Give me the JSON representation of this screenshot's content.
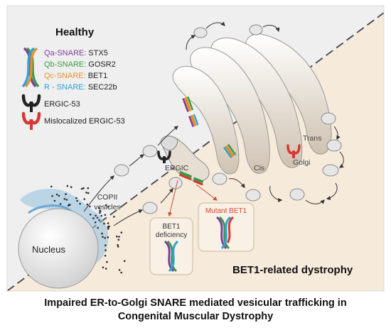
{
  "title_healthy": "Healthy",
  "title_disease": "BET1-related dystrophy",
  "legend": {
    "snares": [
      {
        "prefix": "Qa-SNARE:",
        "name": "STX5",
        "color": "#7b3f98"
      },
      {
        "prefix": "Qb-SNARE:",
        "name": "GOSR2",
        "color": "#3a9a48"
      },
      {
        "prefix": "Qc-SNARE:",
        "name": "BET1",
        "color": "#e8902a"
      },
      {
        "prefix": "R - SNARE:",
        "name": "SEC22b",
        "color": "#2fa0d8"
      }
    ],
    "ergic53_label": "ERGIC-53",
    "mislocalized_label": "Mislocalized ERGIC-53",
    "ergic53_color": "#222222",
    "mislocalized_color": "#d33a32"
  },
  "labels": {
    "nucleus": "Nucleus",
    "copii": [
      "COPII",
      "vesicles"
    ],
    "ergic": "ERGIC",
    "cis": "Cis",
    "golgi": "Golgi",
    "trans": "Trans",
    "bet1_deficiency": [
      "BET1",
      "deficiency"
    ],
    "mutant_bet1": "Mutant BET1"
  },
  "caption": [
    "Impaired ER-to-Golgi SNARE mediated vesicular trafficking in",
    "Congenital Muscular Dystrophy"
  ],
  "colors": {
    "healthy_bg": "#efefef",
    "disease_bg": "#f6eadb",
    "er": "#7fb3d6",
    "mutant_text": "#d9452f",
    "arrow_red": "#c0523c"
  }
}
